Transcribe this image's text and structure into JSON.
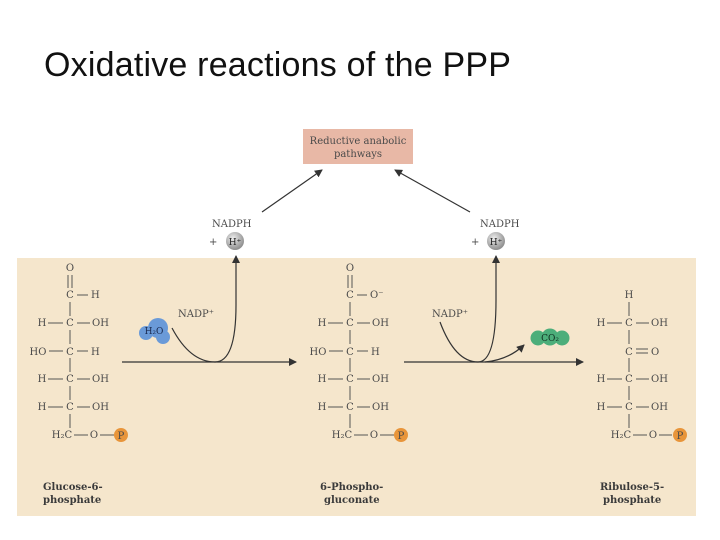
{
  "slide": {
    "title": "Oxidative reactions of the PPP"
  },
  "top_box": {
    "line1": "Reductive anabolic",
    "line2": "pathways"
  },
  "cofactors": {
    "nadph_left": "NADPH",
    "nadph_right": "NADPH",
    "h_plus": "+ H⁺",
    "nadp_left": "NADP⁺",
    "nadp_right": "NADP⁺",
    "h2o": "H₂O",
    "co2": "CO₂"
  },
  "molecules": [
    {
      "name_line1": "Glucose-6-",
      "name_line2": "phosphate",
      "rows": [
        "O",
        "C—H",
        "H—C—OH",
        "HO—C—H",
        "H—C—OH",
        "H—C—OH",
        "H₂C—O—"
      ]
    },
    {
      "name_line1": "6-Phospho-",
      "name_line2": "gluconate",
      "rows": [
        "O",
        "C—O⁻",
        "H—C—OH",
        "HO—C—H",
        "H—C—OH",
        "H—C—OH",
        "H₂C—O—"
      ]
    },
    {
      "name_line1": "Ribulose-5-",
      "name_line2": "phosphate",
      "rows": [
        "H",
        "H—C—OH",
        "C═O",
        "H—C—OH",
        "H—C—OH",
        "H₂C—O—"
      ]
    }
  ],
  "atoms": {
    "C": "C",
    "H": "H",
    "O": "O",
    "OH": "OH",
    "HO": "HO",
    "H2C": "H₂C",
    "Ominus": "O⁻",
    "P": "P"
  },
  "colors": {
    "panel": "#f5e6cc",
    "box": "#e8b8a6",
    "phosphate": "#e8953a",
    "water": "#6a9ad8",
    "co2": "#4cae7a",
    "h_ion": "#b8b8b8"
  }
}
